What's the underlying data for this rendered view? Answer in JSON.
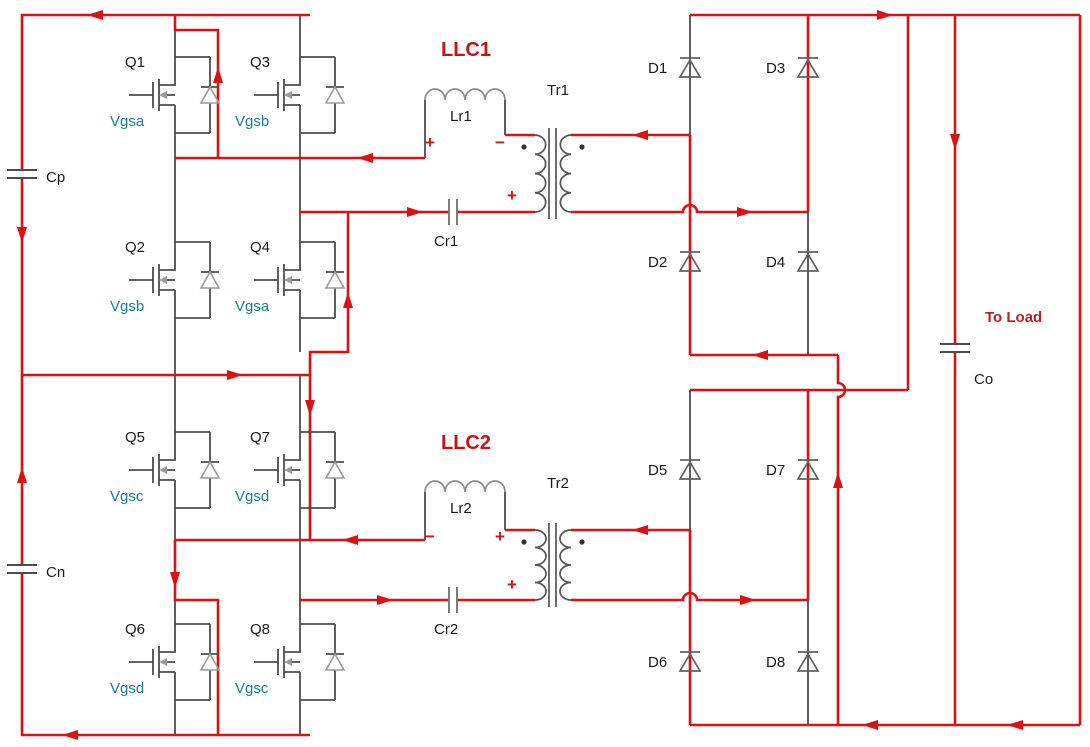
{
  "colors": {
    "current_path": "#dd1111",
    "wire": "#4d4d4d",
    "mosfet_symbol": "#9b9b9b",
    "gate_label": "#17809c",
    "component_label": "#1a1a1a",
    "tank_label": "#cc1111",
    "load_label": "#b22222"
  },
  "mosfets": [
    {
      "label": "Q1",
      "gate": "Vgsa"
    },
    {
      "label": "Q2",
      "gate": "Vgsb"
    },
    {
      "label": "Q3",
      "gate": "Vgsb"
    },
    {
      "label": "Q4",
      "gate": "Vgsa"
    },
    {
      "label": "Q5",
      "gate": "Vgsc"
    },
    {
      "label": "Q6",
      "gate": "Vgsd"
    },
    {
      "label": "Q7",
      "gate": "Vgsd"
    },
    {
      "label": "Q8",
      "gate": "Vgsc"
    }
  ],
  "diodes": [
    {
      "label": "D1"
    },
    {
      "label": "D2"
    },
    {
      "label": "D3"
    },
    {
      "label": "D4"
    },
    {
      "label": "D5"
    },
    {
      "label": "D6"
    },
    {
      "label": "D7"
    },
    {
      "label": "D8"
    }
  ],
  "capacitors": {
    "cp": "Cp",
    "cn": "Cn",
    "co": "Co",
    "cr1": "Cr1",
    "cr2": "Cr2"
  },
  "inductors": {
    "lr1": "Lr1",
    "lr2": "Lr2"
  },
  "transformers": {
    "tr1": "Tr1",
    "tr2": "Tr2"
  },
  "tanks": {
    "llc1": "LLC1",
    "llc2": "LLC2"
  },
  "load": {
    "label": "To Load"
  },
  "polarity": {
    "llc1_left": "+",
    "llc1_right": "−",
    "cr1": "+",
    "llc2_left": "−",
    "llc2_right": "+",
    "cr2": "+"
  }
}
